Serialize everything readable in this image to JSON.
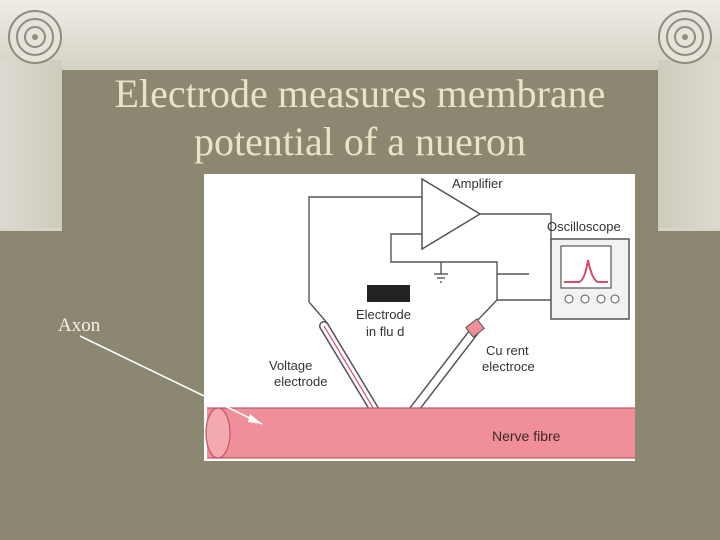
{
  "slide": {
    "title_line1": "Electrode measures membrane",
    "title_line2": "potential of a nueron",
    "callout_label": "Axon"
  },
  "figure": {
    "labels": {
      "amplifier": "Amplifier",
      "oscilloscope": "Oscilloscope",
      "electrode_fluid_1": "Electrode",
      "electrode_fluid_2": "in flu d",
      "voltage_1": "Voltage",
      "voltage_2": "electrode",
      "current_1": "Cu rent",
      "current_2": "electroce",
      "nerve": "Nerve fibre"
    }
  },
  "colors": {
    "background": "#8b8770",
    "title": "#e9e4c6",
    "nerve_fibre": "#f08e99",
    "wire": "#555555"
  }
}
